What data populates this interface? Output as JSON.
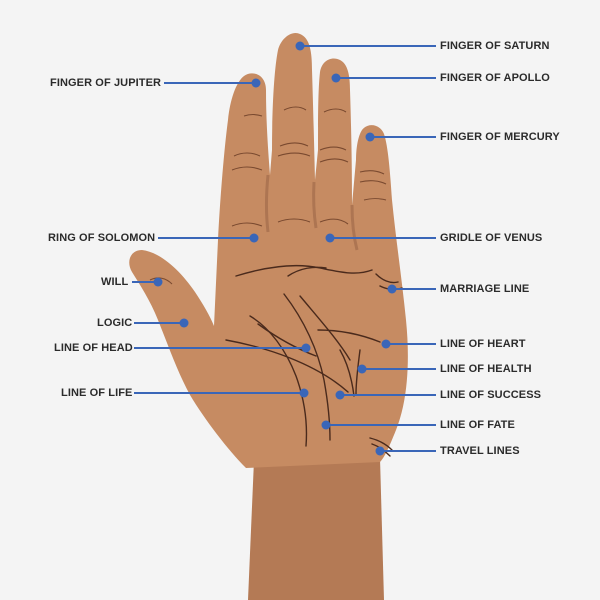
{
  "colors": {
    "background": "#f4f4f4",
    "skin": "#c68b62",
    "skin_shadow": "#ad7552",
    "sleeve": "#b47a55",
    "crease": "#7a4a30",
    "palm_line": "#4a2a1c",
    "leader": "#3a66b8",
    "label_text": "#2b2b2b"
  },
  "labels": [
    {
      "id": "finger-of-saturn",
      "text": "FINGER OF SATURN",
      "side": "right"
    },
    {
      "id": "finger-of-jupiter",
      "text": "FINGER OF JUPITER",
      "side": "left"
    },
    {
      "id": "finger-of-apollo",
      "text": "FINGER OF APOLLO",
      "side": "right"
    },
    {
      "id": "finger-of-mercury",
      "text": "FINGER OF MERCURY",
      "side": "right"
    },
    {
      "id": "ring-of-solomon",
      "text": "RING OF SOLOMON",
      "side": "left"
    },
    {
      "id": "gridle-of-venus",
      "text": "GRIDLE OF VENUS",
      "side": "right"
    },
    {
      "id": "will",
      "text": "WILL",
      "side": "left"
    },
    {
      "id": "marriage-line",
      "text": "MARRIAGE LINE",
      "side": "right"
    },
    {
      "id": "logic",
      "text": "LOGIC",
      "side": "left"
    },
    {
      "id": "line-of-head",
      "text": "LINE OF HEAD",
      "side": "left"
    },
    {
      "id": "line-of-heart",
      "text": "LINE OF HEART",
      "side": "right"
    },
    {
      "id": "line-of-health",
      "text": "LINE OF HEALTH",
      "side": "right"
    },
    {
      "id": "line-of-life",
      "text": "LINE OF LIFE",
      "side": "left"
    },
    {
      "id": "line-of-success",
      "text": "LINE OF SUCCESS",
      "side": "right"
    },
    {
      "id": "line-of-fate",
      "text": "LINE OF FATE",
      "side": "right"
    },
    {
      "id": "travel-lines",
      "text": "TRAVEL LINES",
      "side": "right"
    }
  ]
}
